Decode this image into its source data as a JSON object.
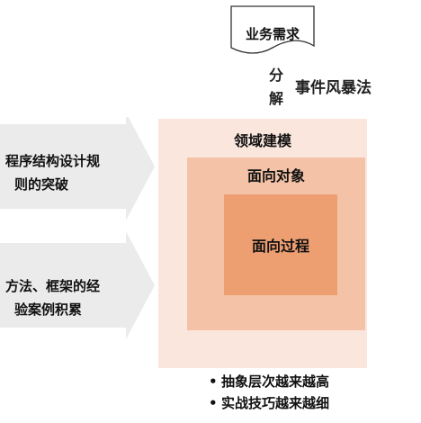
{
  "requirement": {
    "label": "业务需求"
  },
  "decompose": {
    "chars": [
      "分",
      "解"
    ]
  },
  "method_label": "事件风暴法",
  "left_inputs": [
    {
      "lines": [
        "程序结构设计规",
        "则的突破"
      ]
    },
    {
      "lines": [
        "方法、框架的经",
        "验案例积累"
      ]
    }
  ],
  "layers": {
    "outer": "领域建模",
    "middle": "面向对象",
    "inner": "面向过程"
  },
  "bullets": [
    "抽象层次越来越高",
    "实战技巧越来越细"
  ],
  "colors": {
    "outer_fill": "#fbe6dd",
    "middle_fill": "#f4c2a6",
    "inner_fill": "#ee9f72",
    "arrow_fill": "#ebebeb"
  }
}
